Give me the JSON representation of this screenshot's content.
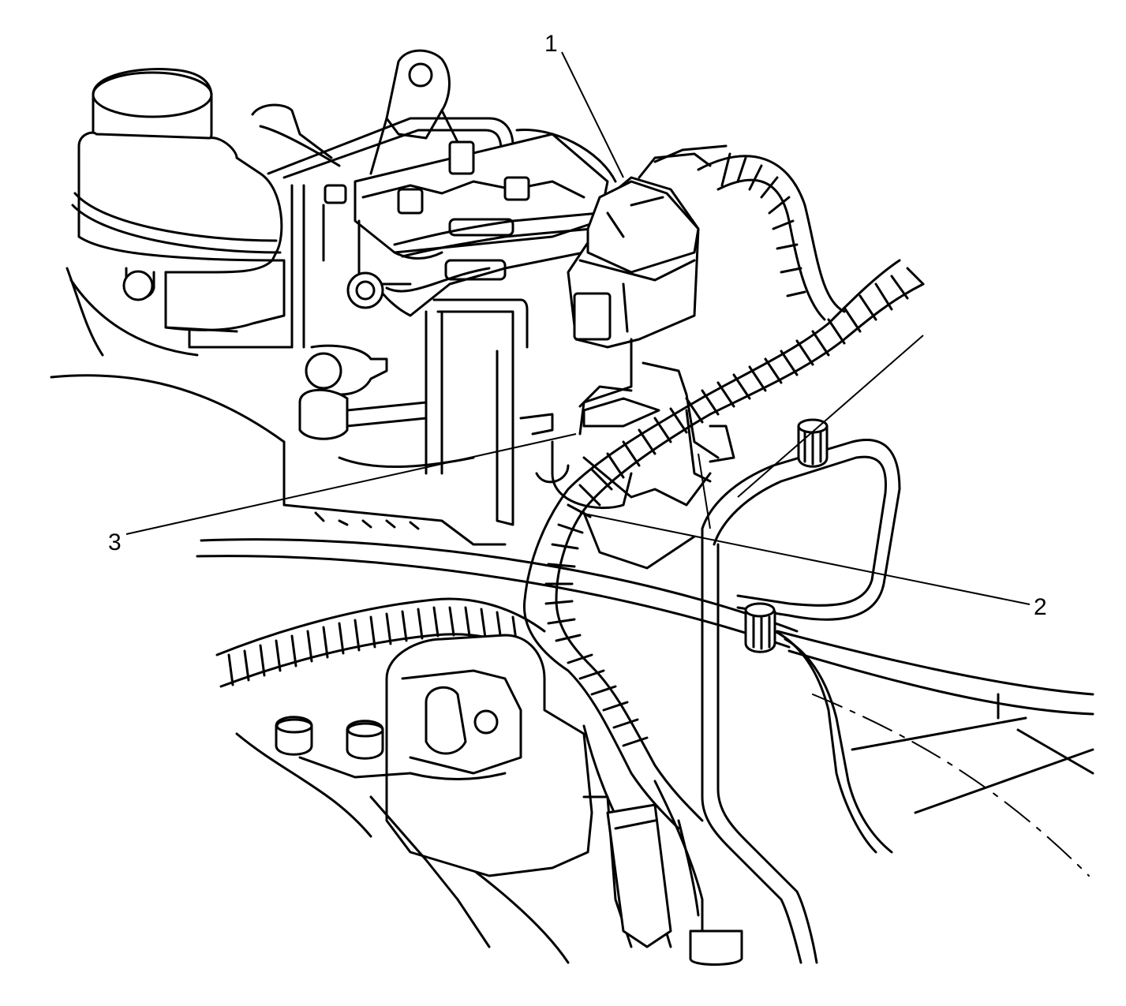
{
  "callouts": [
    {
      "id": "1",
      "label": "1"
    },
    {
      "id": "2",
      "label": "2"
    },
    {
      "id": "3",
      "label": "3"
    }
  ],
  "colors": {
    "ink": "#000000",
    "paper": "#ffffff"
  }
}
